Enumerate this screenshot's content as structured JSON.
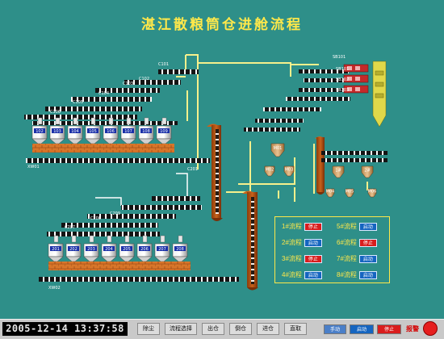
{
  "title": "湛江散粮筒仓进舱流程",
  "colors": {
    "background": "#2e8f89",
    "title": "#ffe84a",
    "run": "#1565c0",
    "stop": "#d91d1d",
    "conveyor": "#141414",
    "silo_frame": "#d8762a",
    "pipe": "#f6f08c"
  },
  "upper_bank": {
    "silos": [
      "102",
      "103",
      "104",
      "105",
      "106",
      "107",
      "108",
      "109"
    ],
    "tags": [
      "C101",
      "C102",
      "C103",
      "C104",
      "C105",
      "C106"
    ],
    "conveyor_tag": "XW01",
    "conveyor_tag2": "C201"
  },
  "lower_bank": {
    "silos": [
      "201",
      "202",
      "203",
      "204",
      "205",
      "206",
      "207",
      "208"
    ],
    "tags": [
      "C207",
      "C208",
      "C209"
    ],
    "conveyor_tag": "XW02"
  },
  "ship_loaders": [
    "SB101",
    "SB102",
    "SB103"
  ],
  "hoppers": [
    "M01",
    "M02",
    "M03",
    "1#",
    "2#",
    "M04",
    "M05",
    "M06"
  ],
  "flows": [
    {
      "label": "1#流程",
      "status": "停止",
      "state": "stop"
    },
    {
      "label": "5#流程",
      "status": "启动",
      "state": "run"
    },
    {
      "label": "2#流程",
      "status": "启动",
      "state": "run"
    },
    {
      "label": "6#流程",
      "status": "停止",
      "state": "stop"
    },
    {
      "label": "3#流程",
      "status": "停止",
      "state": "stop"
    },
    {
      "label": "7#流程",
      "status": "启动",
      "state": "run"
    },
    {
      "label": "4#流程",
      "status": "启动",
      "state": "run"
    },
    {
      "label": "8#流程",
      "status": "启动",
      "state": "run"
    }
  ],
  "toolbar": {
    "clock": "2005-12-14 13:37:58",
    "buttons": [
      "除尘",
      "流程选择",
      "出仓",
      "倒仓",
      "进仓",
      "直取"
    ],
    "mode_manual": "手动",
    "mode_start": "启动",
    "mode_stop": "停止",
    "alarm": "报警"
  }
}
